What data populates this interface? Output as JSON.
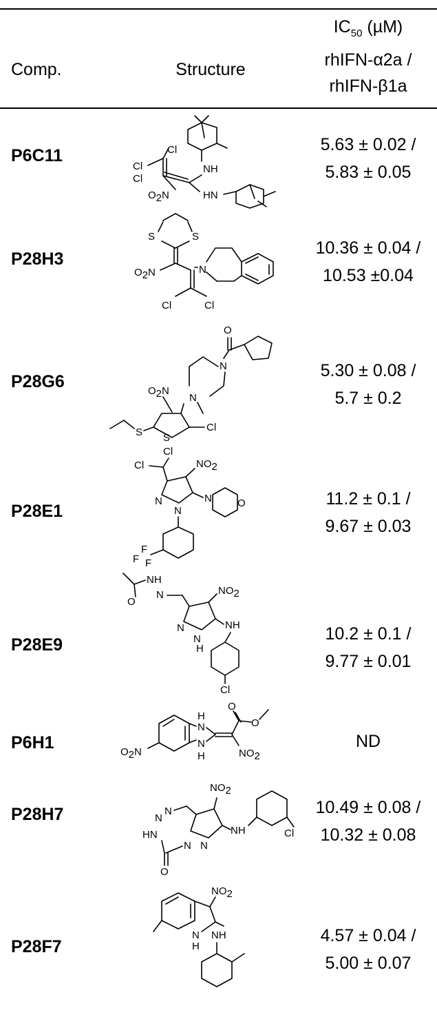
{
  "headers": {
    "comp": "Comp.",
    "structure": "Structure",
    "ic50_line1_pre": "IC",
    "ic50_line1_sub": "50",
    "ic50_line1_post": " (µM)",
    "ic50_line2": "rhIFN-α2a /",
    "ic50_line3": "rhIFN-β1a"
  },
  "rows": [
    {
      "id": "P6C11",
      "v1": "5.63 ± 0.02 /",
      "v2": "5.83 ± 0.05"
    },
    {
      "id": "P28H3",
      "v1": "10.36 ± 0.04 /",
      "v2": "10.53 ±0.04"
    },
    {
      "id": "P28G6",
      "v1": "5.30 ± 0.08 /",
      "v2": "5.7 ± 0.2"
    },
    {
      "id": "P28E1",
      "v1": "11.2 ± 0.1 /",
      "v2": "9.67 ± 0.03"
    },
    {
      "id": "P28E9",
      "v1": "10.2 ± 0.1 /",
      "v2": "9.77 ± 0.01"
    },
    {
      "id": "P6H1",
      "v1": "ND",
      "v2": ""
    },
    {
      "id": "P28H7",
      "v1": "10.49 ± 0.08 /",
      "v2": "10.32 ± 0.08"
    },
    {
      "id": "P28F7",
      "v1": "4.57 ± 0.04 /",
      "v2": "5.00 ± 0.07"
    }
  ],
  "atoms": {
    "cl": "Cl",
    "nh": "NH",
    "hn": "HN",
    "n": "N",
    "s": "S",
    "o": "O",
    "h": "H",
    "f": "F",
    "o2": "O",
    "no": "NO",
    "sub2": "2"
  }
}
